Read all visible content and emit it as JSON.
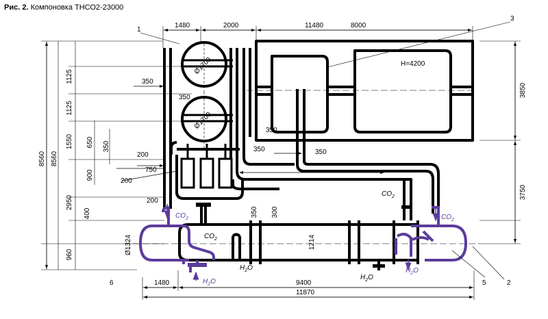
{
  "title": {
    "prefix": "Рис. 2.",
    "text": "Компоновка ТНСО2-23000"
  },
  "dims": {
    "top_1480": "1480",
    "top_2000": "2000",
    "top_11480": "11480",
    "top_8000": "8000",
    "left_8560a": "8560",
    "left_8560b": "8560",
    "left_1125a": "1125",
    "left_1125b": "1125",
    "left_1550": "1550",
    "left_650": "650",
    "left_900": "900",
    "left_2950": "2950",
    "left_400": "400",
    "left_960": "960",
    "d350_a": "350",
    "d350_b": "350",
    "d350_c": "350",
    "d350_d": "350",
    "d350_e": "350",
    "d350_f": "350",
    "d350_g": "350",
    "d200_a": "200",
    "d200_b": "200",
    "d200_c": "200",
    "d750": "750",
    "d300": "300",
    "d1324": "Ø1324",
    "d1214": "1214",
    "bot_1480": "1480",
    "bot_9400": "9400",
    "bot_11870": "11870",
    "right_3850": "3850",
    "right_3750": "3750",
    "h4200": "H=4200",
    "dia1": "Ø1700",
    "dia2": "Ø1700"
  },
  "callouts": {
    "c1": "1",
    "c2": "2",
    "c3": "3",
    "c5": "5",
    "c6": "6"
  },
  "chem": {
    "co2_a": "CO",
    "co2_b": "CO",
    "co2_c": "CO",
    "co2_d": "CO",
    "sub2": "2",
    "h2o_a": "H",
    "h2o_b": "H",
    "h2o_c": "H",
    "h2o_d": "H",
    "o": "O"
  },
  "colors": {
    "accent": "#5b3c9c",
    "line": "#000000"
  }
}
